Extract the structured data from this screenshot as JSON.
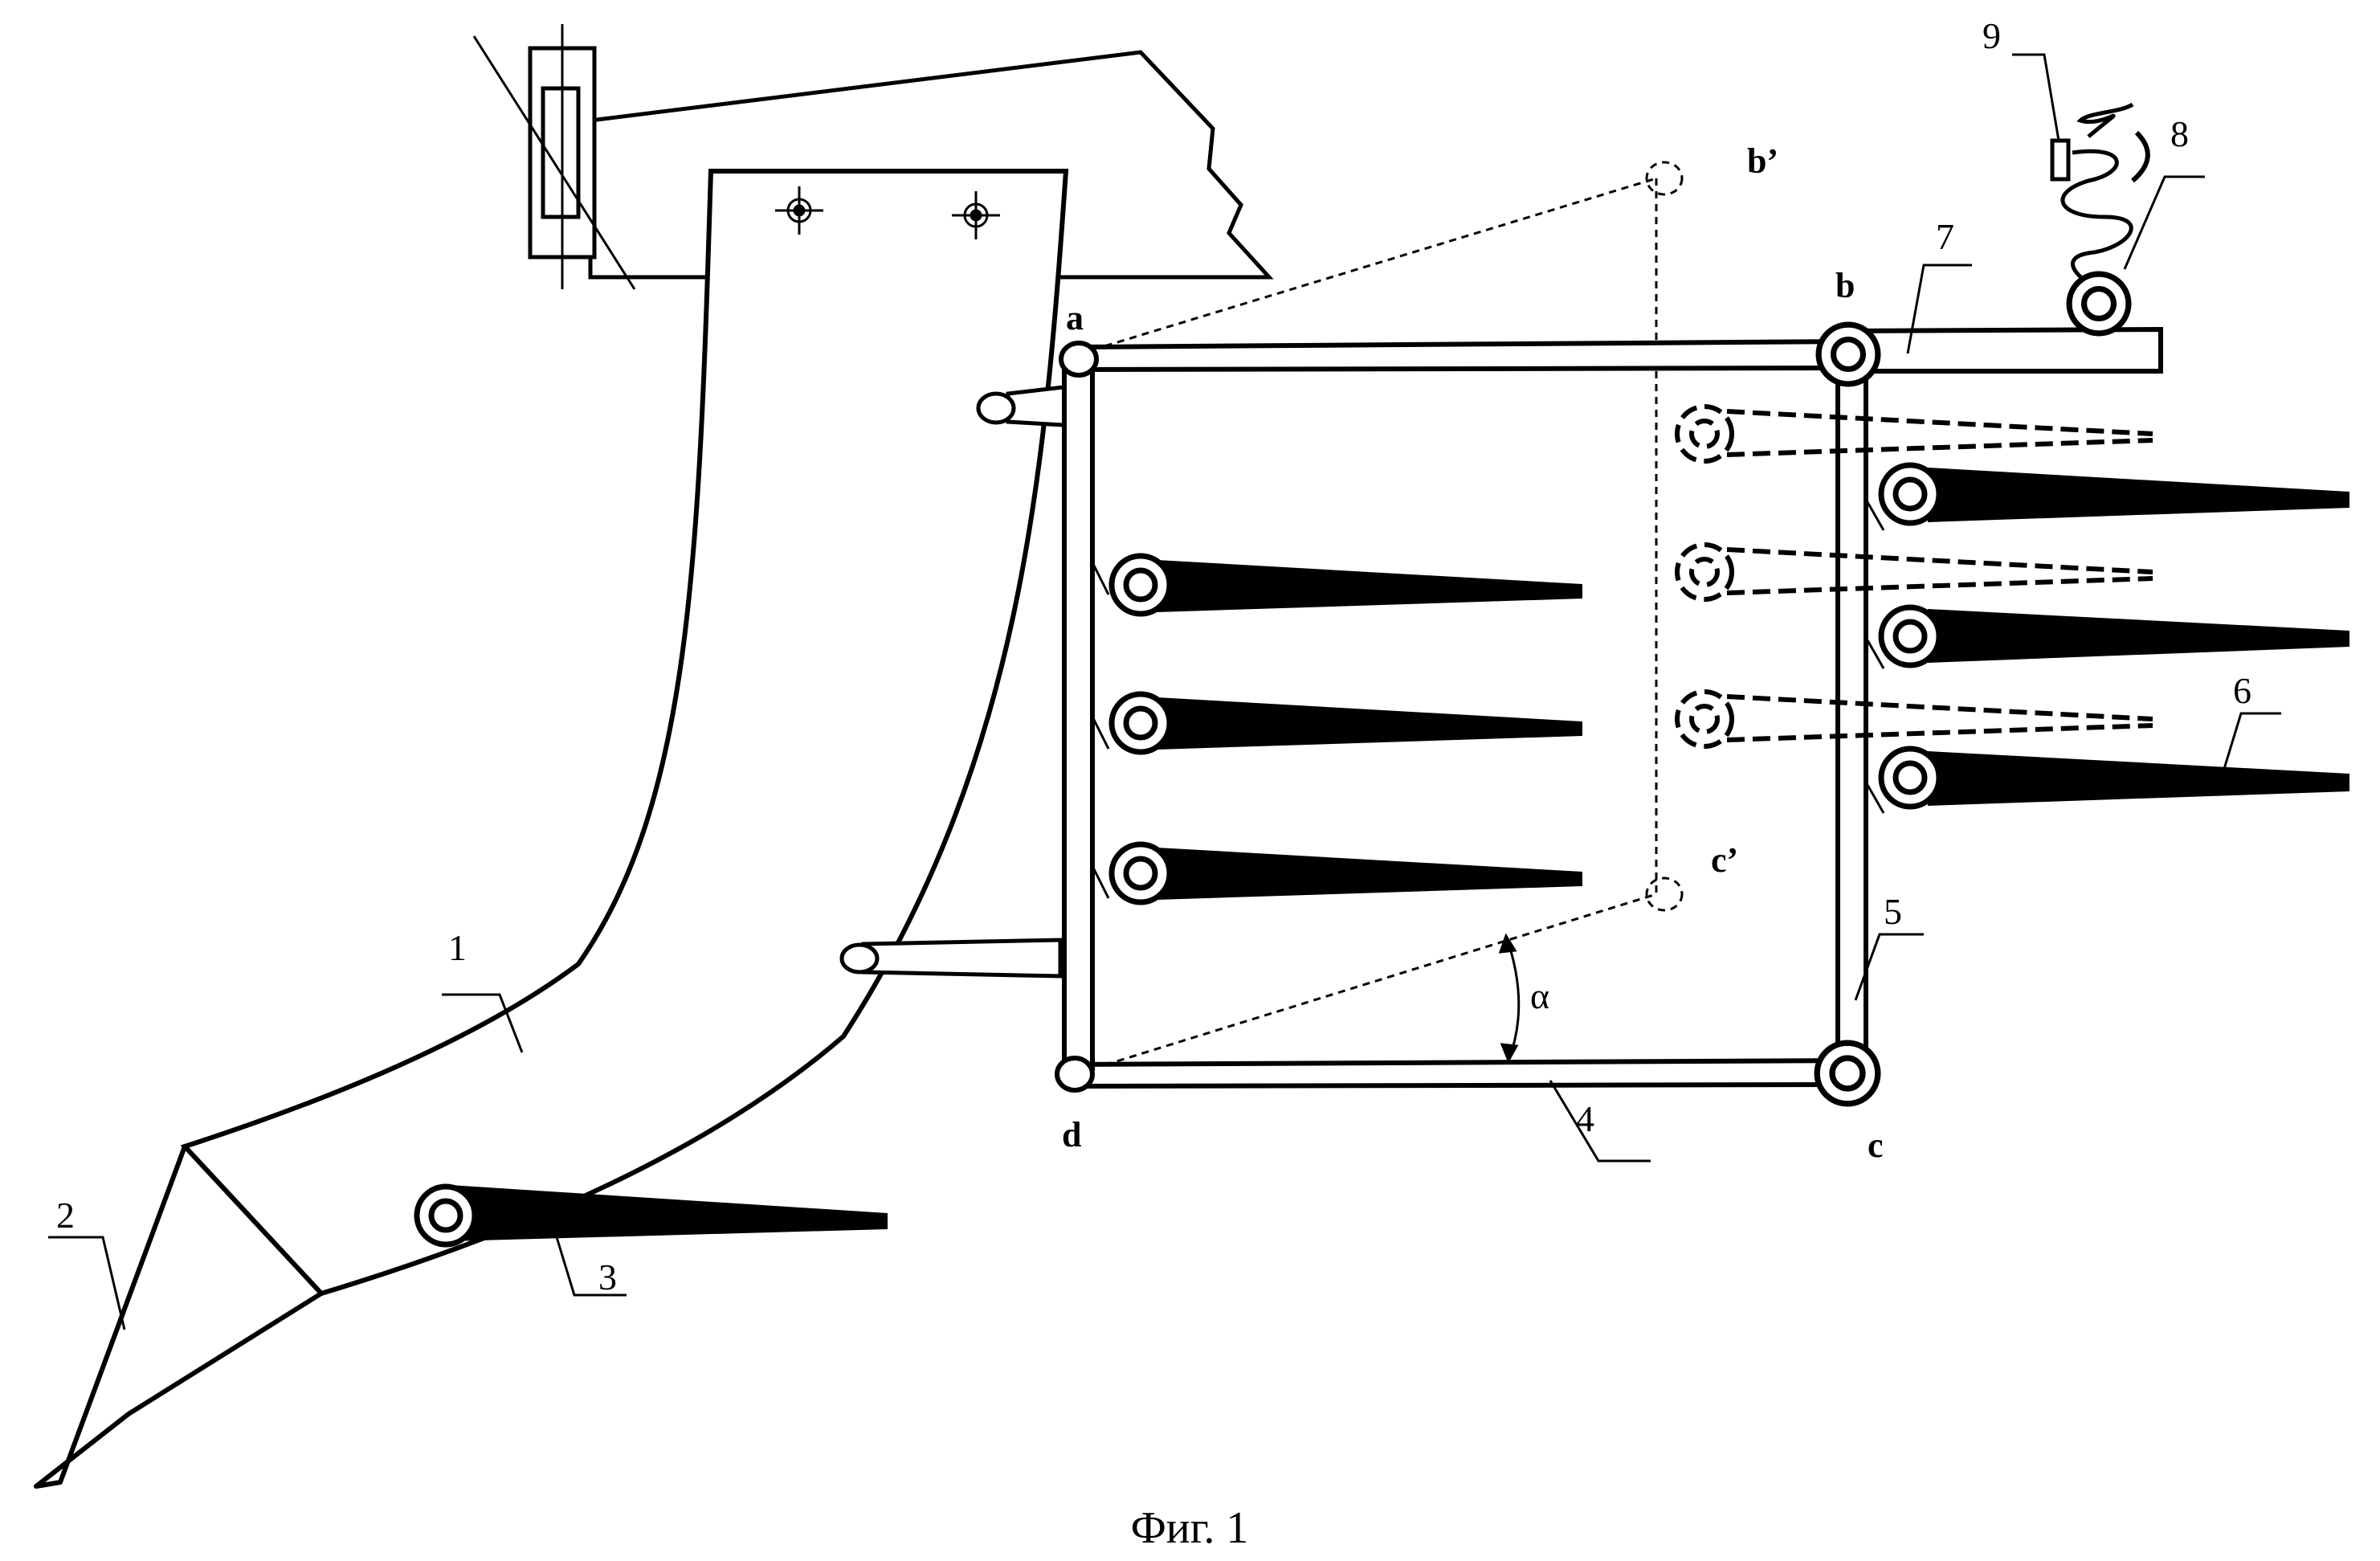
{
  "figure": {
    "caption": "Фиг. 1",
    "reference_numerals": [
      "1",
      "2",
      "3",
      "4",
      "5",
      "6",
      "7",
      "8",
      "9"
    ],
    "point_labels": {
      "a": "a",
      "b": "b",
      "c": "c",
      "d": "d",
      "b_prime": "b’",
      "c_prime": "c’"
    },
    "angle_label": "α"
  }
}
